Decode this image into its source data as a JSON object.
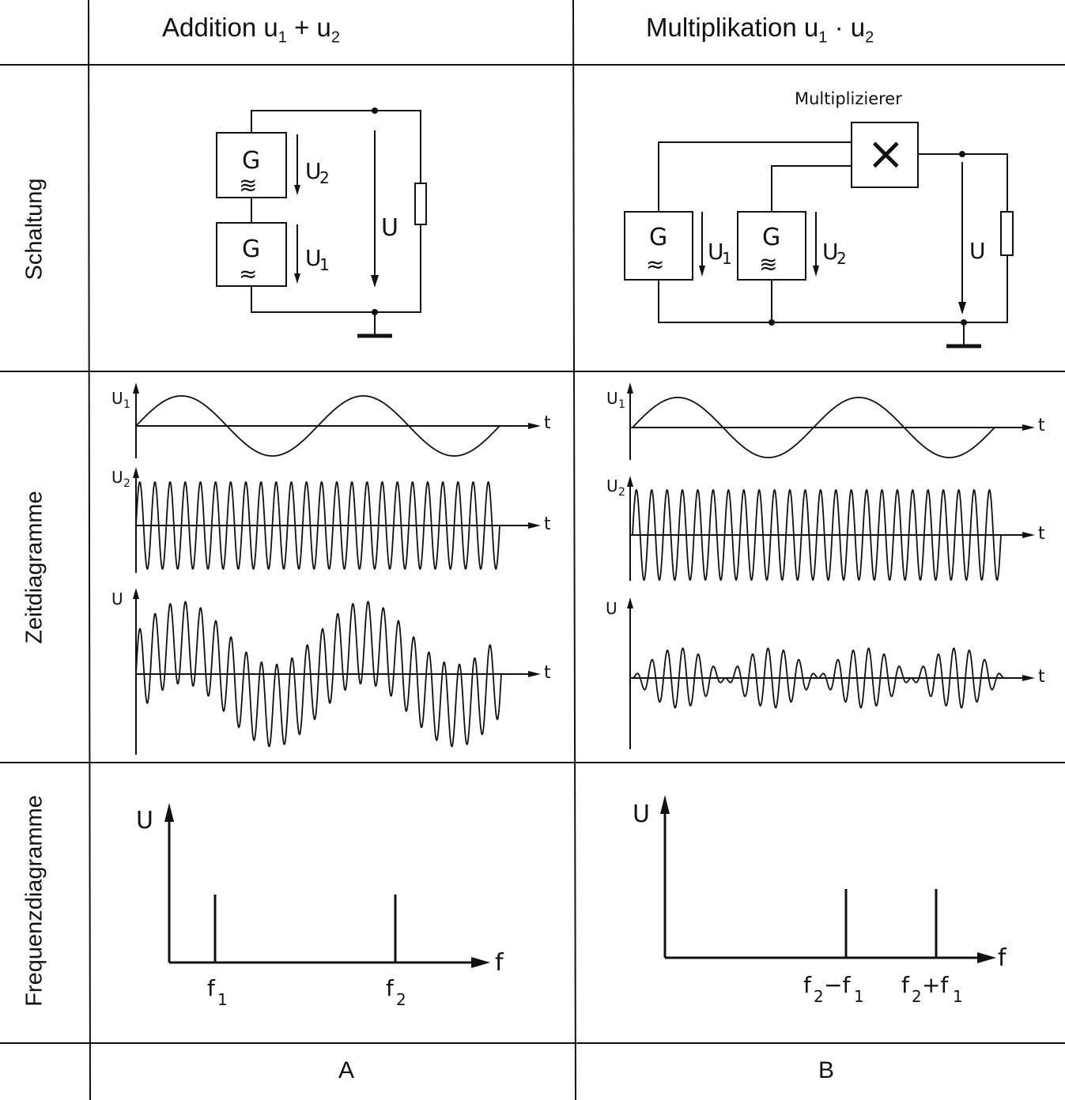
{
  "header": {
    "col_a_prefix": "Addition u",
    "col_a_sub1": "1",
    "col_a_op": " + u",
    "col_a_sub2": "2",
    "col_b_prefix": "Multiplikation u",
    "col_b_sub1": "1",
    "col_b_op": " · u",
    "col_b_sub2": "2"
  },
  "rows": {
    "schaltung": "Schaltung",
    "zeit": "Zeitdiagramme",
    "frequenz": "Frequenzdiagramme"
  },
  "circuit_a": {
    "gen_label": "G",
    "gen_symbol_u2": "≋",
    "gen_symbol_u1": "≈",
    "u2_label": "U",
    "u2_sub": "2",
    "u1_label": "U",
    "u1_sub": "1",
    "u_label": "U"
  },
  "circuit_b": {
    "multiplier_label": "Multiplizierer",
    "multiplier_symbol": "×",
    "gen_label": "G",
    "gen_symbol_u1": "≈",
    "gen_symbol_u2": "≋",
    "u1_label": "U",
    "u1_sub": "1",
    "u2_label": "U",
    "u2_sub": "2",
    "u_label": "U"
  },
  "time_a": {
    "u1_axis": "U",
    "u1_sub": "1",
    "u2_axis": "U",
    "u2_sub": "2",
    "u_axis": "U",
    "t_label": "t"
  },
  "time_b": {
    "u1_axis": "U",
    "u1_sub": "1",
    "u2_axis": "U",
    "u2_sub": "2",
    "u_axis": "U",
    "t_label": "t"
  },
  "freq_a": {
    "y_axis": "U",
    "x_axis": "f",
    "peak1_label": "f",
    "peak1_sub": "1",
    "peak2_label": "f",
    "peak2_sub": "2"
  },
  "freq_b": {
    "y_axis": "U",
    "x_axis": "f",
    "peak1_label": "f",
    "peak1_sub": "2",
    "peak1_op": "−f",
    "peak1_sub2": "1",
    "peak2_label": "f",
    "peak2_sub": "2",
    "peak2_op": "+f",
    "peak2_sub2": "1"
  },
  "footer": {
    "col_a": "A",
    "col_b": "B"
  },
  "chart_data": [
    {
      "type": "line",
      "panel": "A: u1",
      "description_units": "periods over shown interval",
      "series": [
        {
          "name": "U1",
          "periods": 2
        }
      ]
    },
    {
      "type": "line",
      "panel": "A: u2",
      "series": [
        {
          "name": "U2",
          "periods": 24
        }
      ]
    },
    {
      "type": "line",
      "panel": "A: U = u1 + u2",
      "series": [
        {
          "name": "U",
          "periods_carrier": 24,
          "periods_offset": 2
        }
      ]
    },
    {
      "type": "line",
      "panel": "B: u1",
      "series": [
        {
          "name": "U1",
          "periods": 2
        }
      ]
    },
    {
      "type": "line",
      "panel": "B: u2",
      "series": [
        {
          "name": "U2",
          "periods": 24
        }
      ]
    },
    {
      "type": "line",
      "panel": "B: U = u1 · u2",
      "series": [
        {
          "name": "U",
          "periods_carrier": 24,
          "periods_envelope": 2
        }
      ]
    },
    {
      "type": "bar",
      "panel": "A: spectrum",
      "categories": [
        "f1",
        "f2"
      ],
      "values": [
        1,
        1
      ]
    },
    {
      "type": "bar",
      "panel": "B: spectrum",
      "categories": [
        "f2-f1",
        "f2+f1"
      ],
      "values": [
        1,
        1
      ]
    }
  ]
}
